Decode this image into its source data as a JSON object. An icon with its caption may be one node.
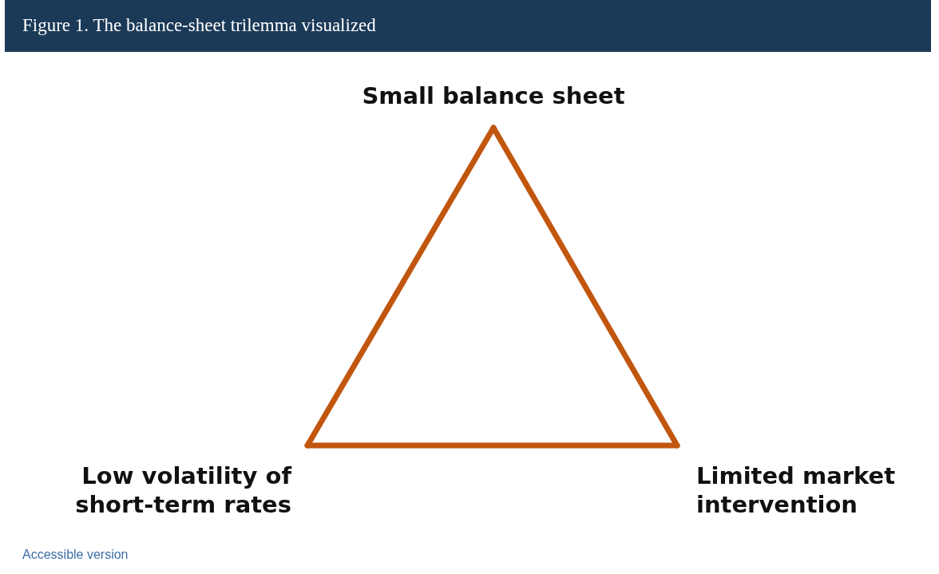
{
  "diagram": {
    "title": "Figure 1. The balance-sheet trilemma visualized",
    "nodes": [
      {
        "text": [
          "Small balance sheet"
        ]
      },
      {
        "text": [
          "Low volatility of short-term rates"
        ]
      },
      {
        "text": [
          "Limited market intervention"
        ]
      }
    ],
    "edges": [
      {
        "from": 0,
        "to": 1,
        "arrow": "none"
      },
      {
        "from": 1,
        "to": 2,
        "arrow": "none"
      },
      {
        "from": 2,
        "to": 0,
        "arrow": "none"
      }
    ],
    "labels": [
      "Accessible version"
    ]
  }
}
